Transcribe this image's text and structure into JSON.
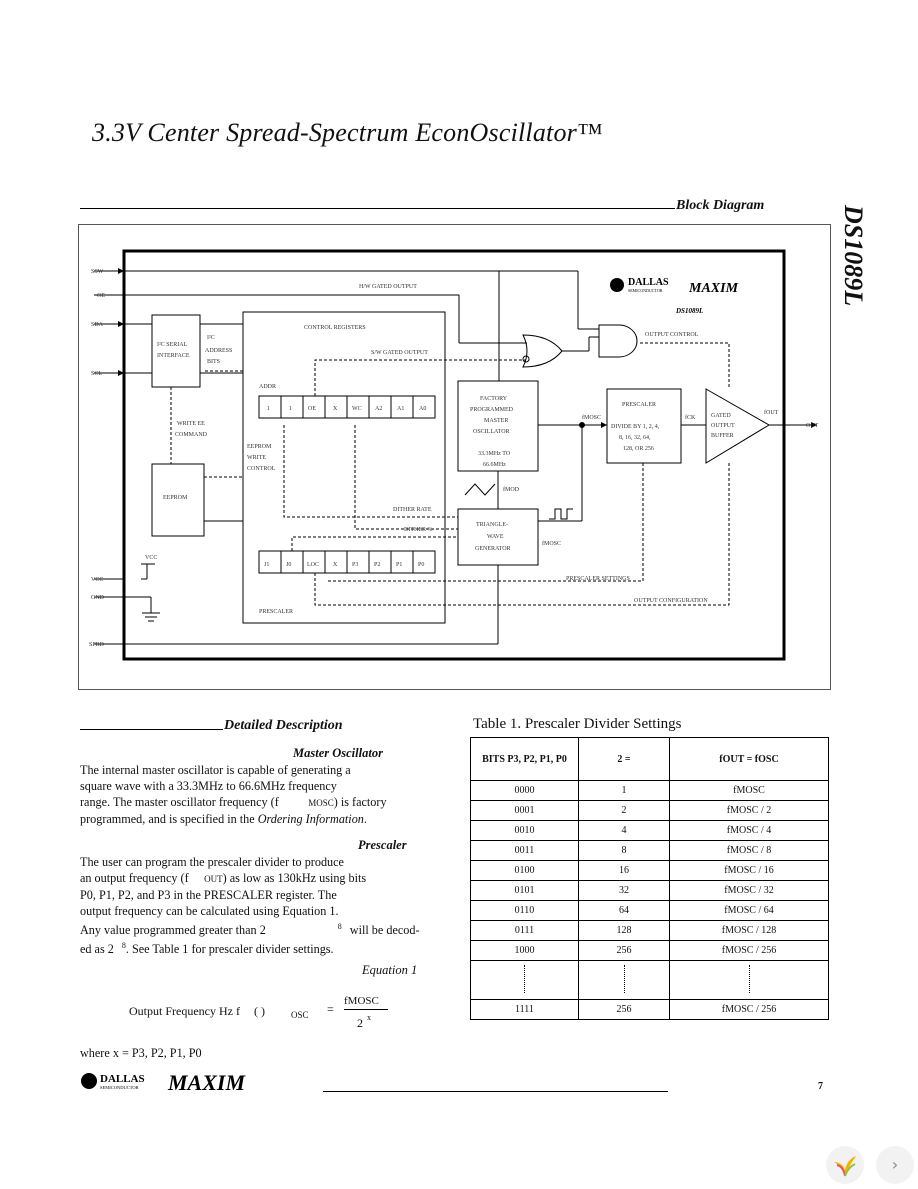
{
  "header": {
    "title": "3.3V Center Spread-Spectrum EconOscillator™",
    "part_number": "DS1089L",
    "block_diagram_label": "Block Diagram"
  },
  "diagram": {
    "pins_left": [
      "SSW",
      "OE",
      "SDA",
      "SCL",
      "VCC",
      "GND",
      "SPRD"
    ],
    "pin_out": "OUT",
    "logo_dallas": "DALLAS",
    "logo_semi": "SEMICONDUCTOR",
    "logo_maxim": "MAXIM",
    "chip_label": "DS1089L",
    "hw_gated_output": "H/W GATED OUTPUT",
    "sw_gated_output": "S/W GATED OUTPUT",
    "output_control": "OUTPUT CONTROL",
    "control_registers": "CONTROL REGISTERS",
    "i2c_interface": [
      "I²C SERIAL",
      "INTERFACE"
    ],
    "i2c_address": [
      "I²C",
      "ADDRESS",
      "BITS"
    ],
    "addr_label": "ADDR",
    "addr_bits": [
      "1",
      "1",
      "OE",
      "X",
      "WC",
      "A2",
      "A1",
      "A0"
    ],
    "write_ee": [
      "WRITE EE",
      "COMMAND"
    ],
    "eeprom": "EEPROM",
    "eeprom_write": [
      "EEPROM",
      "WRITE",
      "CONTROL"
    ],
    "factory_osc": [
      "FACTORY",
      "PROGRAMMED",
      "MASTER",
      "OSCILLATOR",
      "33.3MHz TO",
      "66.6MHz"
    ],
    "fmosc": "fMOSC",
    "prescaler_box": [
      "PRESCALER",
      "DIVIDE BY 1, 2, 4,",
      "8, 16, 32, 64,",
      "128, OR 256"
    ],
    "fck": "fCK",
    "output_buffer": [
      "GATED",
      "OUTPUT",
      "BUFFER"
    ],
    "fout": "fOUT",
    "fmod": "fMOD",
    "triangle_wave": [
      "TRIANGLE-",
      "WAVE",
      "GENERATOR"
    ],
    "fmosc_small": "fMOSC",
    "dither_rate": "DITHER RATE",
    "dither_pct": "DITHER %",
    "prescaler_bits": [
      "J1",
      "J0",
      "LOC",
      "X",
      "P3",
      "P2",
      "P1",
      "P0"
    ],
    "prescaler_label": "PRESCALER",
    "prescaler_settings": "PRESCALER SETTINGS",
    "output_configuration": "OUTPUT CONFIGURATION",
    "vcc_label": "VCC"
  },
  "detailed": {
    "heading": "Detailed Description",
    "master_osc_head": "Master Oscillator",
    "master_osc_lines": [
      "The internal master oscillator is capable of generating a",
      "square wave with a 33.3MHz to 66.6MHz frequency",
      "range. The master oscillator frequency (f",
      "programmed, and is specified in the"
    ],
    "mosc_sub": "MOSC",
    "after_mosc": ") is factory",
    "ordering_info": "Ordering Information",
    "period": ".",
    "prescaler_head": "Prescaler",
    "prescaler_lines": [
      "The user can program the prescaler divider to produce",
      "an output frequency (f",
      "P0, P1, P2, and P3 in the PRESCALER register. The",
      "output frequency can be calculated using Equation 1.",
      "Any value programmed greater than 2",
      "ed as 2"
    ],
    "out_sub": "OUT",
    "after_out": ") as low as 130kHz using bits",
    "exp8": "8",
    "will_be_decod": "will be decod-",
    "see_table": ". See Table 1 for prescaler divider settings.",
    "equation_label": "Equation 1",
    "equation_left": "Output Frequency Hz f",
    "equation_paren": "(     )",
    "equation_osc": "OSC",
    "equation_eq": "=",
    "equation_num": "fMOSC",
    "equation_den": "2",
    "equation_exp": "x",
    "where": "where x = P3, P2, P1, P0"
  },
  "table": {
    "title": "Table 1. Prescaler Divider Settings",
    "headers": [
      "BITS P3, P2, P1, P0",
      "2   =",
      "fOUT =  fOSC"
    ],
    "rows": [
      [
        "0000",
        "1",
        "fMOSC"
      ],
      [
        "0001",
        "2",
        "fMOSC   / 2"
      ],
      [
        "0010",
        "4",
        "fMOSC   / 4"
      ],
      [
        "0011",
        "8",
        "fMOSC   / 8"
      ],
      [
        "0100",
        "16",
        "fMOSC   / 16"
      ],
      [
        "0101",
        "32",
        "fMOSC   / 32"
      ],
      [
        "0110",
        "64",
        "fMOSC   / 64"
      ],
      [
        "0111",
        "128",
        "fMOSC   / 128"
      ],
      [
        "1000",
        "256",
        "fMOSC   / 256"
      ]
    ],
    "last_row": [
      "1111",
      "256",
      "fMOSC   / 256"
    ]
  },
  "footer": {
    "dallas": "DALLAS",
    "semi": "SEMICONDUCTOR",
    "maxim": "MAXIM",
    "page": "7"
  }
}
